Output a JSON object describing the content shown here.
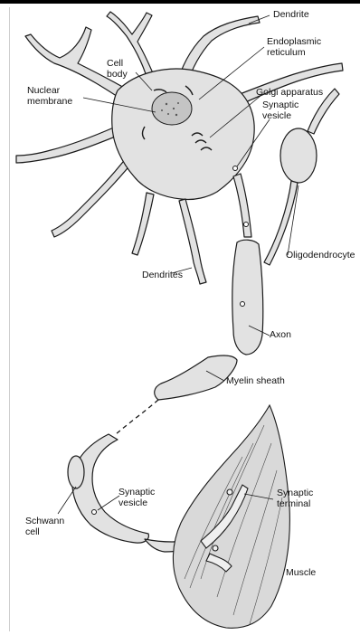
{
  "labels": {
    "dendrite_top": "Dendrite",
    "endoplasmic_reticulum": "Endoplasmic\nreticulum",
    "cell_body": "Cell\nbody",
    "nuclear_membrane": "Nuclear\nmembrane",
    "golgi_apparatus": "Golgi apparatus",
    "synaptic_vesicle_top": "Synaptic\nvesicle",
    "oligodendrocyte": "Oligodendrocyte",
    "dendrites": "Dendrites",
    "axon": "Axon",
    "myelin_sheath": "Myelin sheath",
    "schwann_cell": "Schwann\ncell",
    "synaptic_vesicle_bottom": "Synaptic\nvesicle",
    "synaptic_terminal": "Synaptic\nterminal",
    "muscle": "Muscle"
  },
  "colors": {
    "cell_fill": "#e2e2e2",
    "outline": "#1a1a1a",
    "muscle_fill": "#d9d9d9"
  }
}
